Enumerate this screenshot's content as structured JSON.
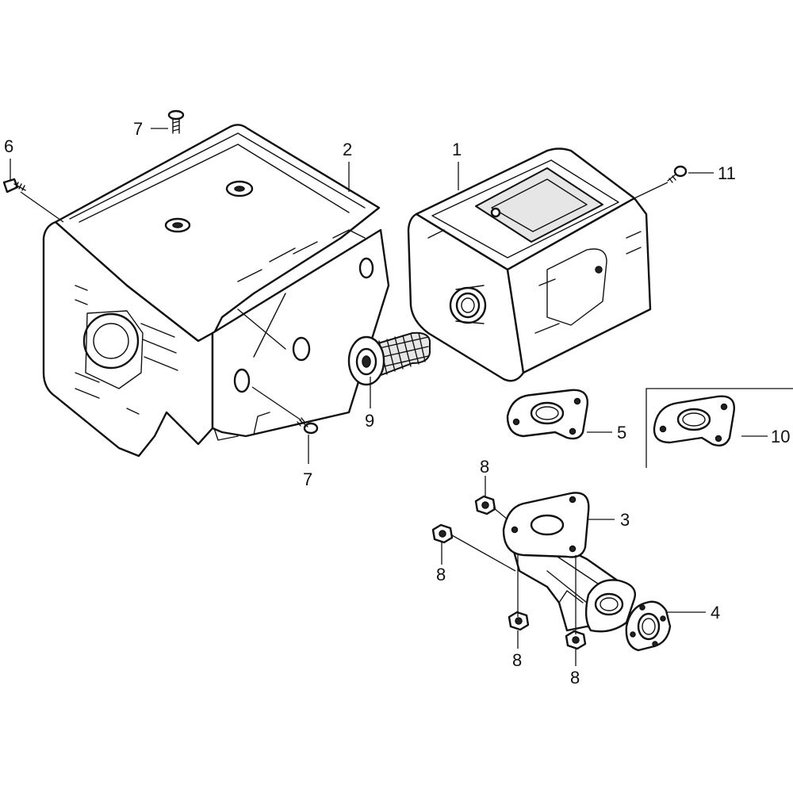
{
  "diagram": {
    "callouts": {
      "c1": "1",
      "c2": "2",
      "c3": "3",
      "c4": "4",
      "c5": "5",
      "c6": "6",
      "c7a": "7",
      "c7b": "7",
      "c8a": "8",
      "c8b": "8",
      "c8c": "8",
      "c8d": "8",
      "c9": "9",
      "c10": "10",
      "c11": "11"
    }
  }
}
